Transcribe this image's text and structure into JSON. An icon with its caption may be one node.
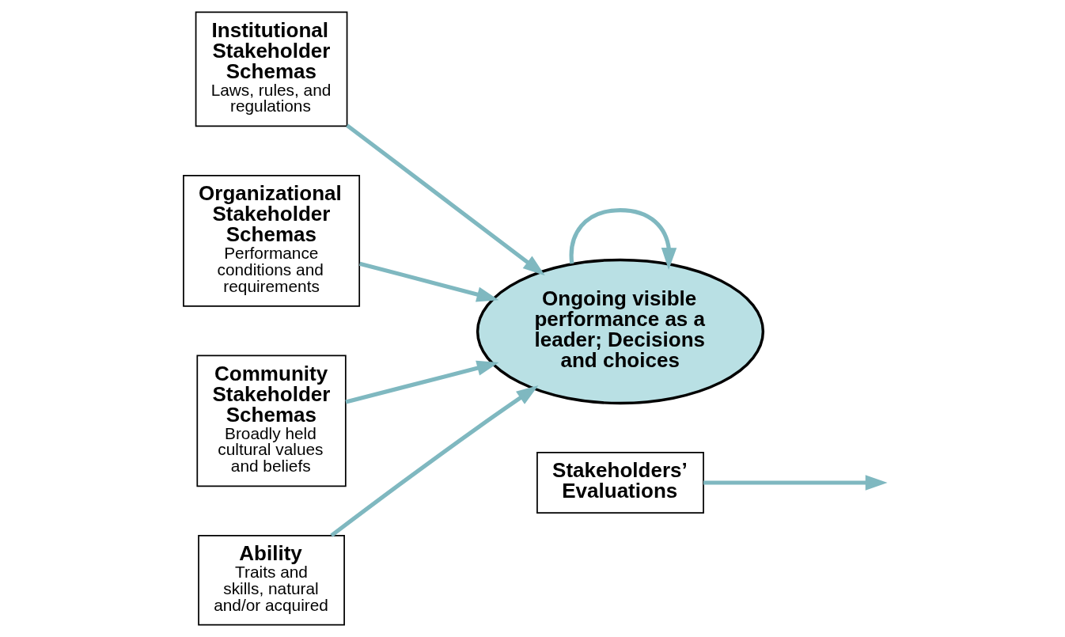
{
  "diagram": {
    "nodes": [
      {
        "text": [
          "Stakeholders’ Evaluations"
        ]
      },
      {
        "text": [
          "Institutional Stakeholder Schemas",
          "Laws, rules, and regulations"
        ]
      },
      {
        "text": [
          "Organizational Stakeholder Schemas",
          "Performance conditions and requirements"
        ]
      },
      {
        "text": [
          "Community Stakeholder Schemas",
          "Broadly held cultural values and beliefs"
        ]
      },
      {
        "text": [
          "Ability",
          "Traits and skills, natural and/or acquired"
        ]
      },
      {
        "text": [
          "Ongoing visible performance as a leader; Decisions and choices"
        ]
      }
    ],
    "edges": [
      {
        "from": 0,
        "to": null,
        "arrow": "to"
      },
      {
        "from": 1,
        "to": 5,
        "arrow": "to"
      },
      {
        "from": 2,
        "to": 5,
        "arrow": "to"
      },
      {
        "from": 3,
        "to": 5,
        "arrow": "to"
      },
      {
        "from": 4,
        "to": 5,
        "arrow": "to"
      },
      {
        "from": 5,
        "to": 5,
        "arrow": "to"
      }
    ]
  }
}
